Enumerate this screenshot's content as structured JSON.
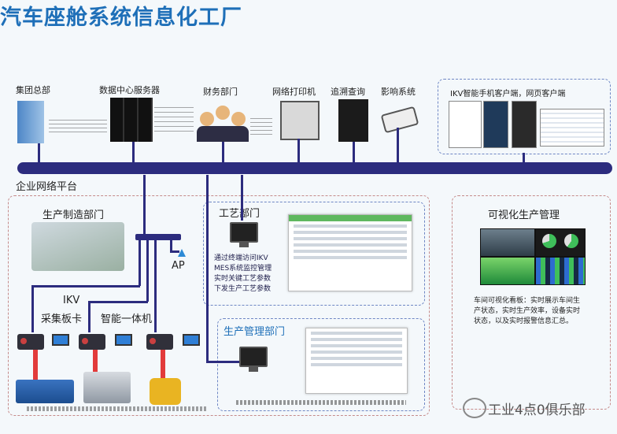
{
  "title": "汽车座舱系统信息化工厂",
  "top_nodes": [
    {
      "label": "集团总部",
      "icon": "building-icon"
    },
    {
      "label": "数据中心服务器",
      "icon": "server-icon"
    },
    {
      "label": "财务部门",
      "icon": "people-icon"
    },
    {
      "label": "网络打印机",
      "icon": "printer-icon"
    },
    {
      "label": "追溯查询",
      "icon": "pc-tower-icon"
    },
    {
      "label": "影响系统",
      "icon": "camera-icon"
    }
  ],
  "ikv_client": {
    "label": "IKV智能手机客户端，网页客户端"
  },
  "bus_label": "企业网络平台",
  "production": {
    "label": "生产制造部门",
    "ap_label": "AP",
    "ikv_card_line1": "IKV",
    "ikv_card_line2": "采集板卡",
    "smart_label": "智能一体机"
  },
  "process": {
    "label": "工艺部门",
    "desc": [
      "通过终端访问IKV",
      "MES系统监控管理",
      "实时关键工艺参数",
      "下发生产工艺参数"
    ]
  },
  "prod_mgmt": {
    "label": "生产管理部门"
  },
  "visual": {
    "label": "可视化生产管理",
    "desc": [
      "车间可视化看板：实时展示车间生",
      "产状态，实时生产效率，设备实时",
      "状态，以及实时报警信息汇总。"
    ]
  },
  "watermark": "工业4点0俱乐部"
}
